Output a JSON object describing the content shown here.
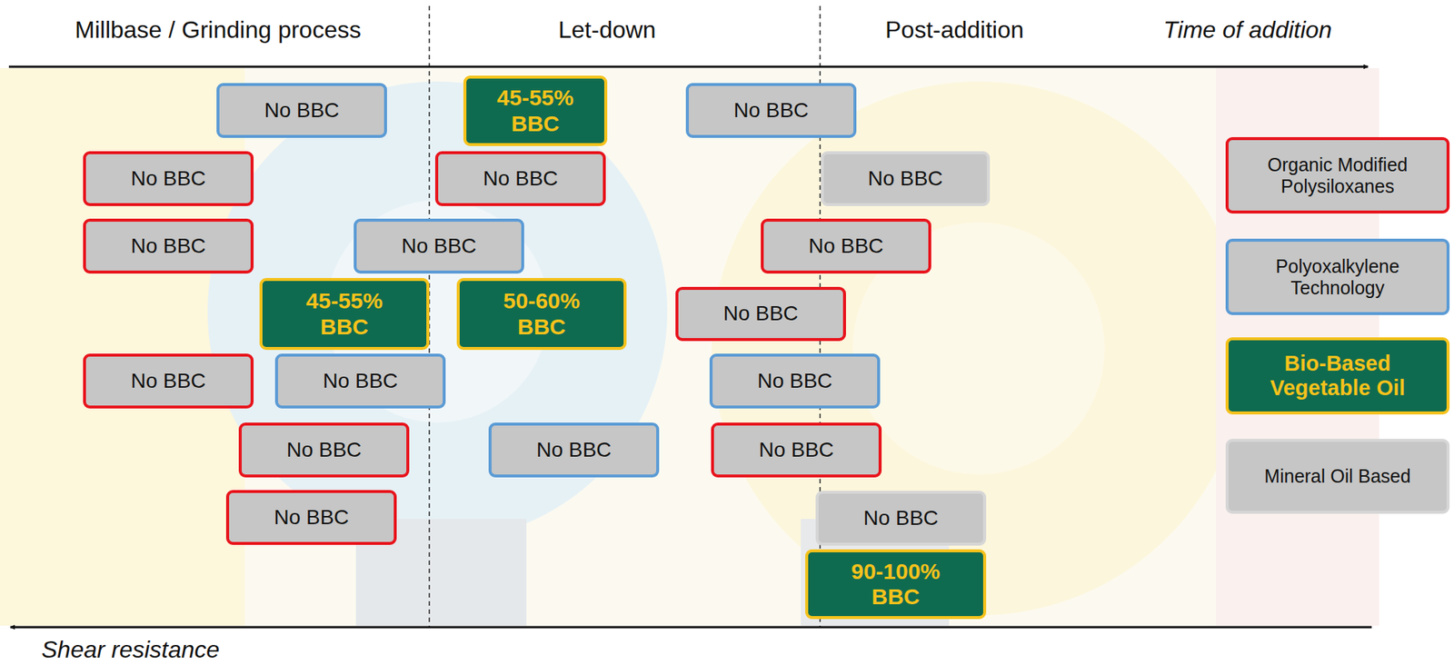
{
  "diagram": {
    "nodes": [
      {
        "text": [
          "No BBC"
        ]
      },
      {
        "text": [
          "45-55% BBC"
        ]
      },
      {
        "text": [
          "No BBC"
        ]
      },
      {
        "text": [
          "No BBC"
        ]
      },
      {
        "text": [
          "No BBC"
        ]
      },
      {
        "text": [
          "No BBC"
        ]
      },
      {
        "text": [
          "No BBC"
        ]
      },
      {
        "text": [
          "No BBC"
        ]
      },
      {
        "text": [
          "No BBC"
        ]
      },
      {
        "text": [
          "45-55% BBC"
        ]
      },
      {
        "text": [
          "50-60% BBC"
        ]
      },
      {
        "text": [
          "No BBC"
        ]
      },
      {
        "text": [
          "No BBC"
        ]
      },
      {
        "text": [
          "No BBC"
        ]
      },
      {
        "text": [
          "No BBC"
        ]
      },
      {
        "text": [
          "No BBC"
        ]
      },
      {
        "text": [
          "No BBC"
        ]
      },
      {
        "text": [
          "No BBC"
        ]
      },
      {
        "text": [
          "No BBC"
        ]
      },
      {
        "text": [
          "No BBC"
        ]
      },
      {
        "text": [
          "90-100% BBC"
        ]
      }
    ],
    "labels": [
      "Millbase / Grinding process",
      "Let-down",
      "Post-addition",
      "Time of addition",
      "Shear resistance"
    ],
    "legend": [
      {
        "text": "Organic Modified Polysiloxanes",
        "color": "#e8141c"
      },
      {
        "text": "Polyoxalkylene Technology",
        "color": "#5b9bd5"
      },
      {
        "text": "Bio-Based Vegetable Oil",
        "color": "#0f6b4f"
      },
      {
        "text": "Mineral Oil Based",
        "color": "#d6d6d6"
      }
    ]
  }
}
